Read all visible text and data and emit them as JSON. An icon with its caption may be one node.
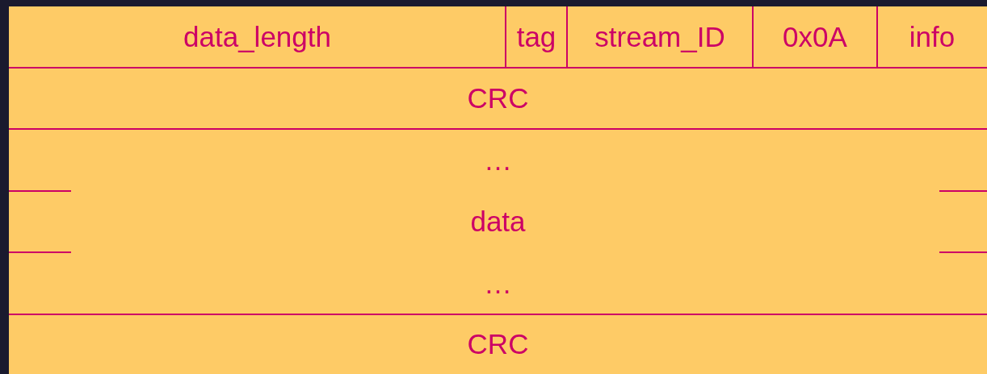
{
  "diagram": {
    "labels": [
      "data_length",
      "tag",
      "stream_ID",
      "0x0A",
      "info",
      "CRC",
      "…",
      "data",
      "…",
      "CRC"
    ]
  }
}
